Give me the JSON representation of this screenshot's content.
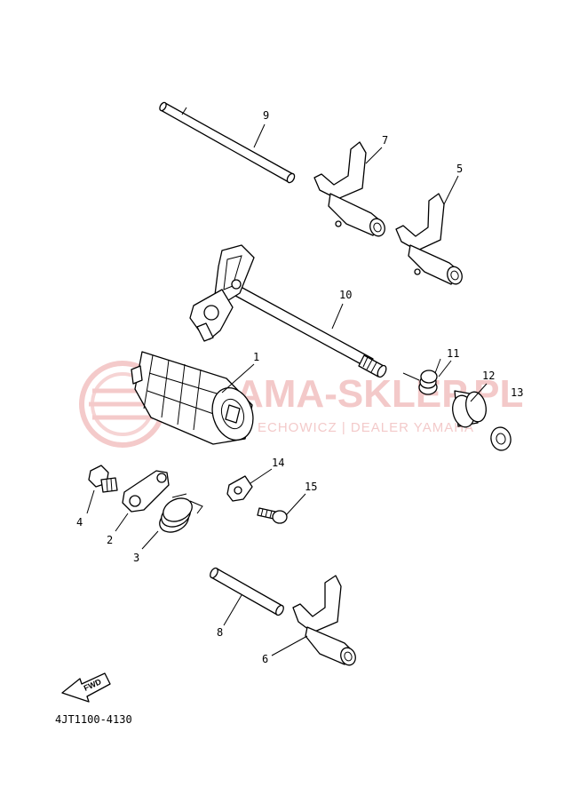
{
  "watermark": {
    "main_text": "AMA-SKLEP.PL",
    "sub_text": "ECHOWICZ | DEALER YAMAHA",
    "color": "#e9a3a3"
  },
  "diagram_code": "4JT1100-4130",
  "fwd_label": "FWD",
  "callouts": {
    "c1": "1",
    "c2": "2",
    "c3": "3",
    "c4": "4",
    "c5": "5",
    "c6": "6",
    "c7": "7",
    "c8": "8",
    "c9": "9",
    "c10": "10",
    "c11": "11",
    "c12": "12",
    "c13": "13",
    "c14": "14",
    "c15": "15"
  }
}
